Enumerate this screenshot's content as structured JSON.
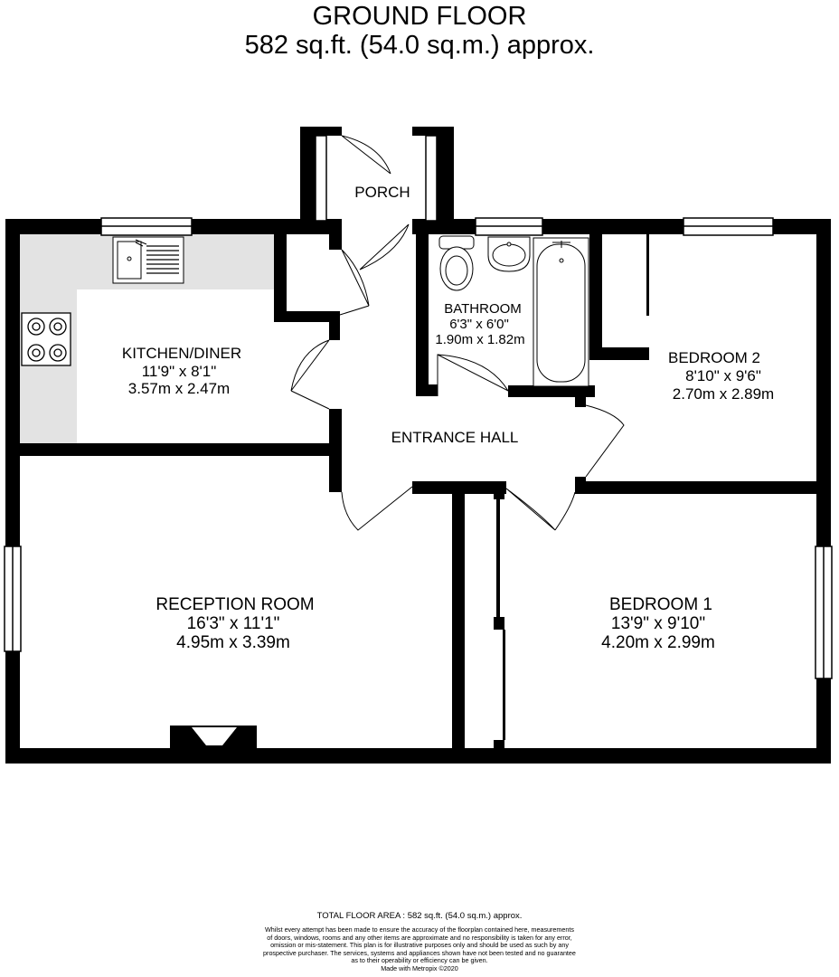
{
  "header": {
    "floor": "GROUND FLOOR",
    "area": "582 sq.ft. (54.0 sq.m.) approx."
  },
  "rooms": {
    "porch": {
      "name": "PORCH"
    },
    "kitchen": {
      "name": "KITCHEN/DINER",
      "imperial": "11'9\"  x 8'1\"",
      "metric": "3.57m  x 2.47m"
    },
    "bathroom": {
      "name": "BATHROOM",
      "imperial": "6'3\"  x 6'0\"",
      "metric": "1.90m  x 1.82m"
    },
    "bedroom2": {
      "name": "BEDROOM 2",
      "imperial": "8'10\"  x 9'6\"",
      "metric": "2.70m  x 2.89m"
    },
    "hall": {
      "name": "ENTRANCE HALL"
    },
    "reception": {
      "name": "RECEPTION ROOM",
      "imperial": "16'3\"  x 11'1\"",
      "metric": "4.95m  x 3.39m"
    },
    "bedroom1": {
      "name": "BEDROOM 1",
      "imperial": "13'9\"  x 9'10\"",
      "metric": "4.20m  x 2.99m"
    }
  },
  "footer": {
    "total_area": "TOTAL FLOOR AREA : 582 sq.ft. (54.0 sq.m.) approx.",
    "disclaimer_lines": [
      "Whilst every attempt has been made to ensure the accuracy of the floorplan contained here, measurements",
      "of doors, windows, rooms and any other items are approximate and no responsibility is taken for any error,",
      "omission or mis-statement. This plan is for illustrative purposes only and should be used as such by any",
      "prospective purchaser. The services, systems and appliances shown have not been tested and no guarantee",
      "as to their operability or efficiency can be given.",
      "Made with Metropix ©2020"
    ]
  },
  "colors": {
    "wall": "#000000",
    "kitchen_worktop": "#e3e3e3",
    "background": "#ffffff"
  }
}
